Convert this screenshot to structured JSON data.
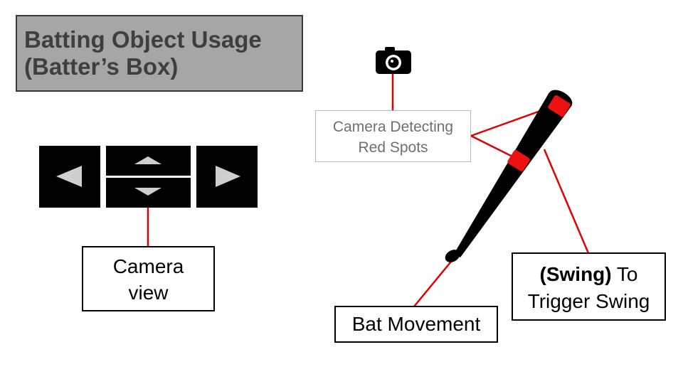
{
  "title": {
    "line1": "Batting Object Usage",
    "line2": "(Batter’s Box)"
  },
  "camera_controls": {
    "left_icon": "triangle-left-icon",
    "up_icon": "triangle-up-icon",
    "down_icon": "triangle-down-icon",
    "right_icon": "triangle-right-icon"
  },
  "labels": {
    "camera_view": {
      "line1": "Camera",
      "line2": "view"
    },
    "camera_detecting": {
      "line1": "Camera Detecting",
      "line2": "Red Spots"
    },
    "swing_trigger": {
      "bold": "(Swing)",
      "rest": " To",
      "line2": "Trigger Swing"
    },
    "bat_movement": "Bat Movement"
  },
  "icons": {
    "camera": "camera-icon",
    "bat": "baseball-bat"
  },
  "colors": {
    "title_bg": "#a6a6a6",
    "title_text": "#3f3f3f",
    "connector": "#e00000",
    "spot": "#ee1111",
    "bat": "#000000"
  }
}
